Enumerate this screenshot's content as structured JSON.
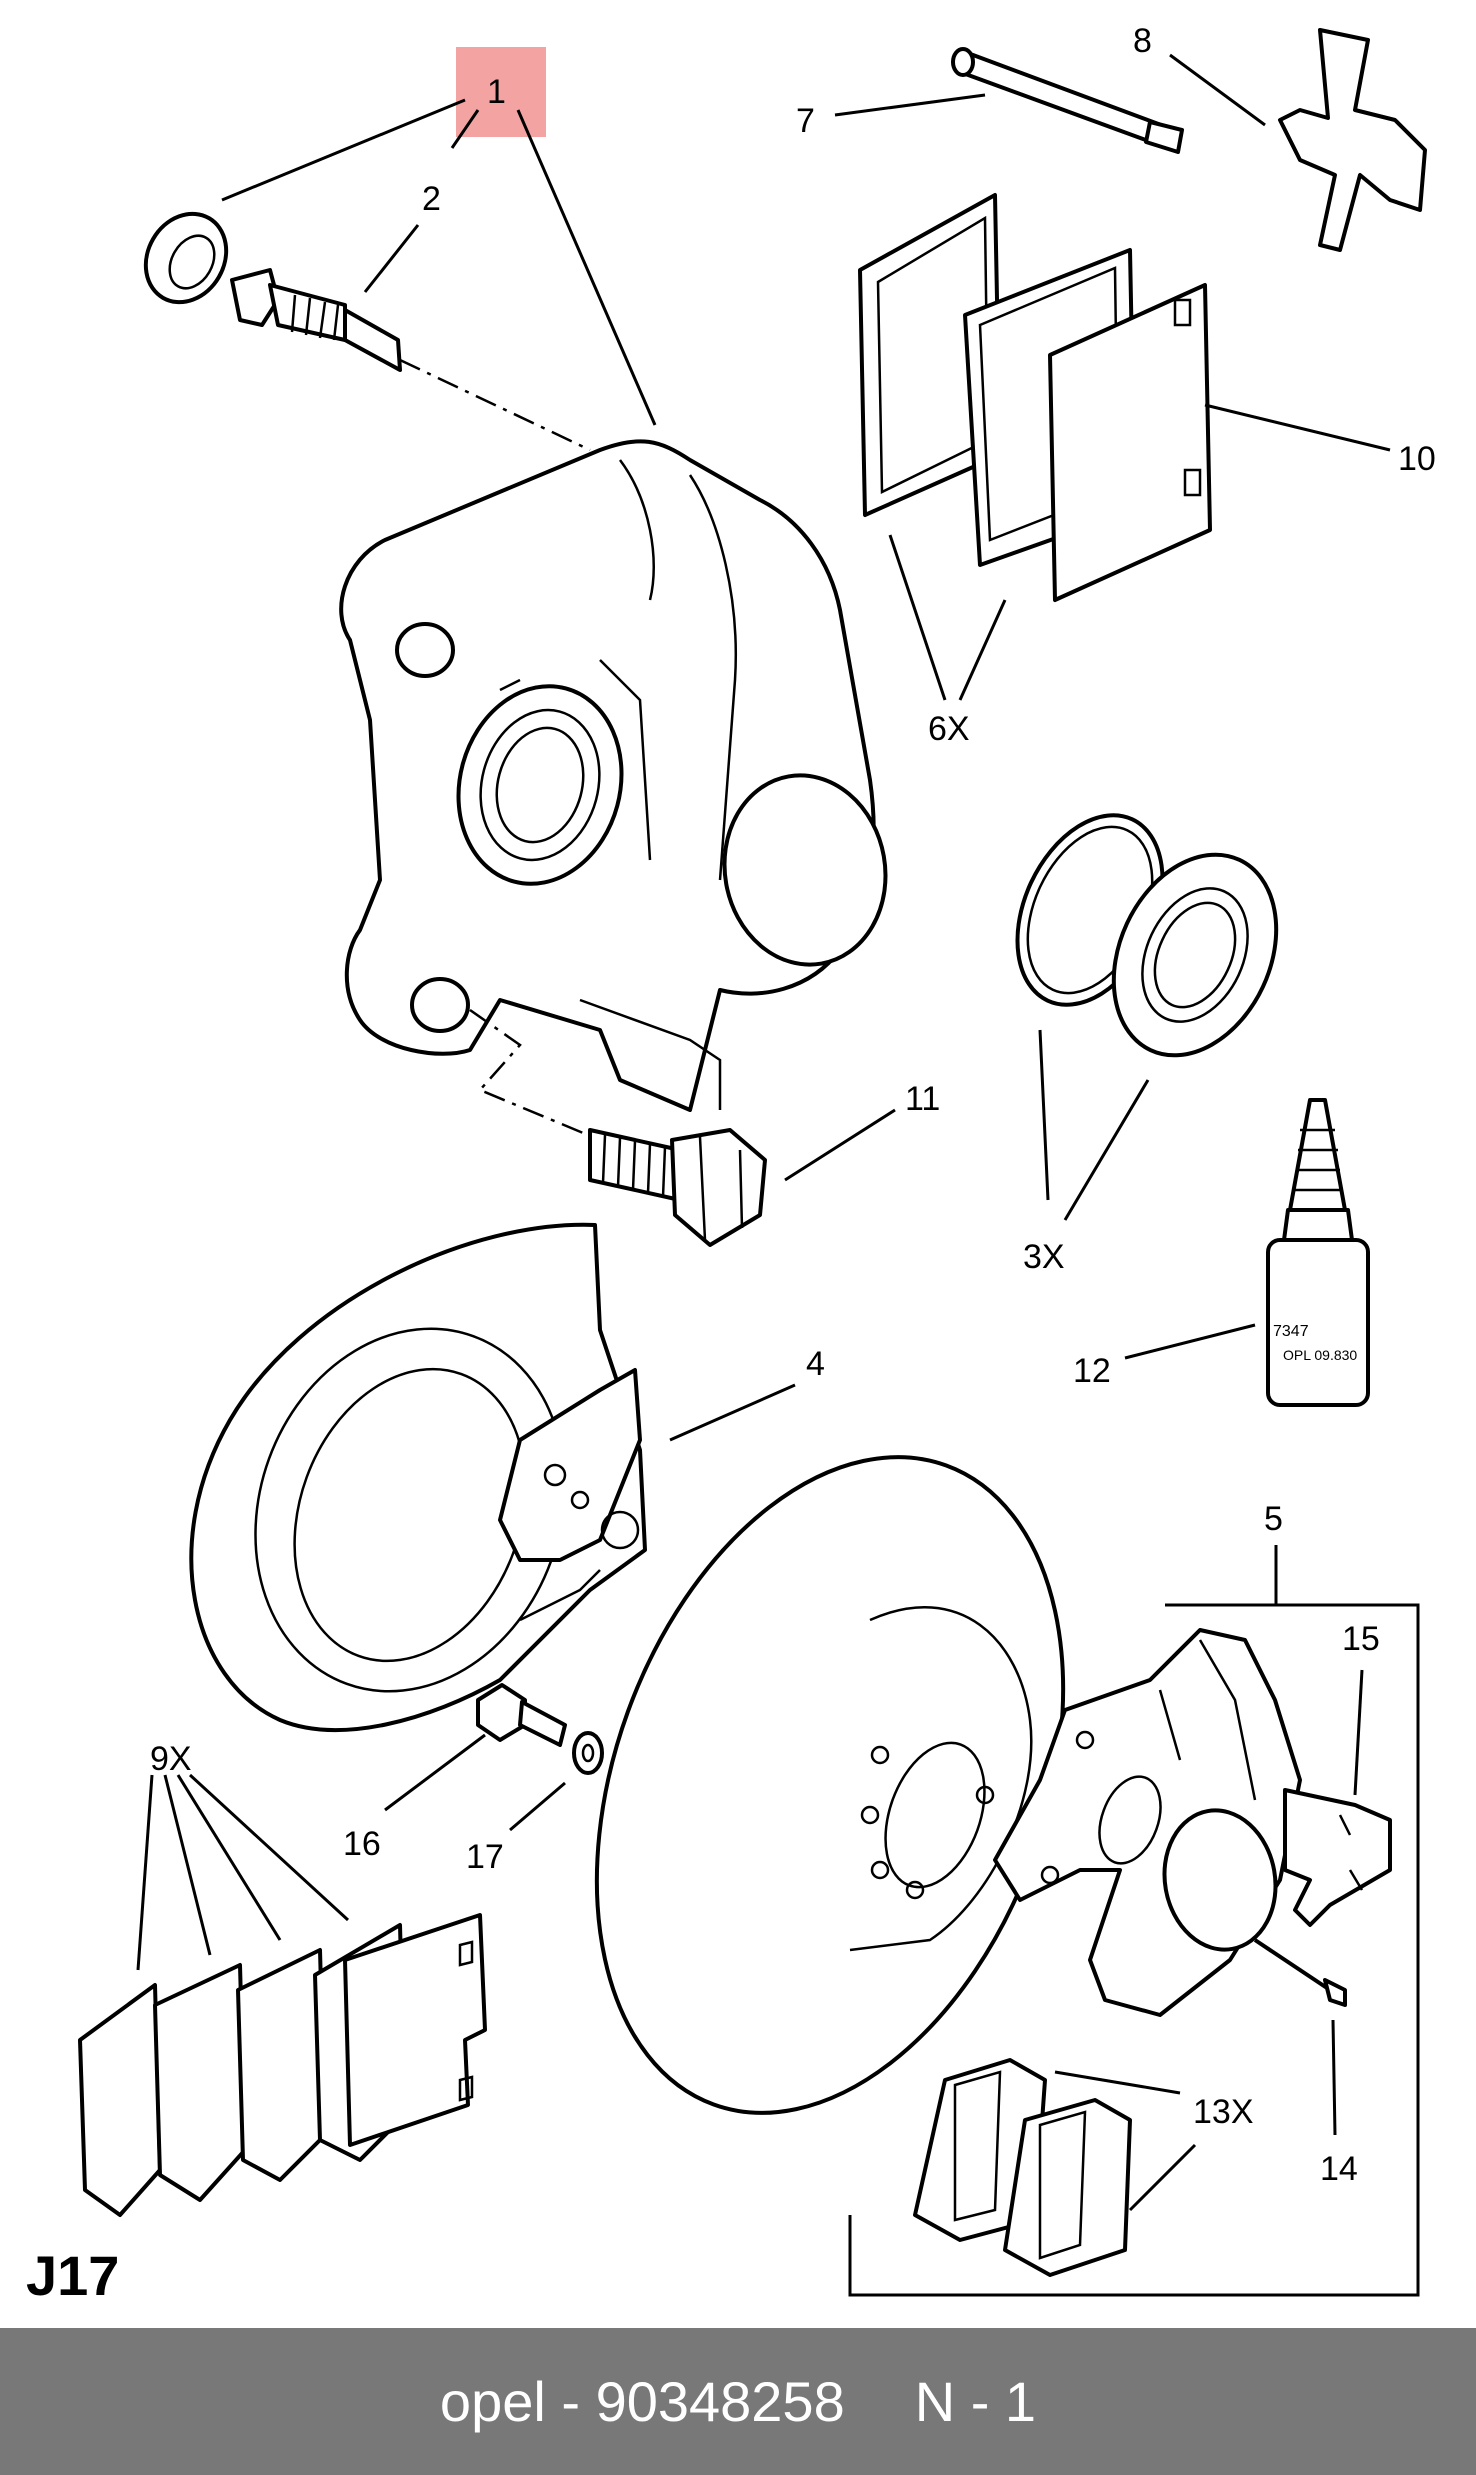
{
  "diagram": {
    "code": "J17",
    "highlight_color": "#f4a3a3",
    "callouts": {
      "c1": "1",
      "c2": "2",
      "c4": "4",
      "c5": "5",
      "c6x": "6X",
      "c7": "7",
      "c8": "8",
      "c9x": "9X",
      "c10": "10",
      "c11": "11",
      "c12": "12",
      "c13x": "13X",
      "c14": "14",
      "c15": "15",
      "c16": "16",
      "c17": "17",
      "c3x": "3X"
    },
    "bottle_label": {
      "line1": "7347",
      "line2": "OPL 09.830"
    },
    "highlighted_part": "1"
  },
  "footer": {
    "brand": "opel",
    "separator": " - ",
    "part_number": "90348258",
    "position": "N - 1",
    "background": "#787878"
  }
}
